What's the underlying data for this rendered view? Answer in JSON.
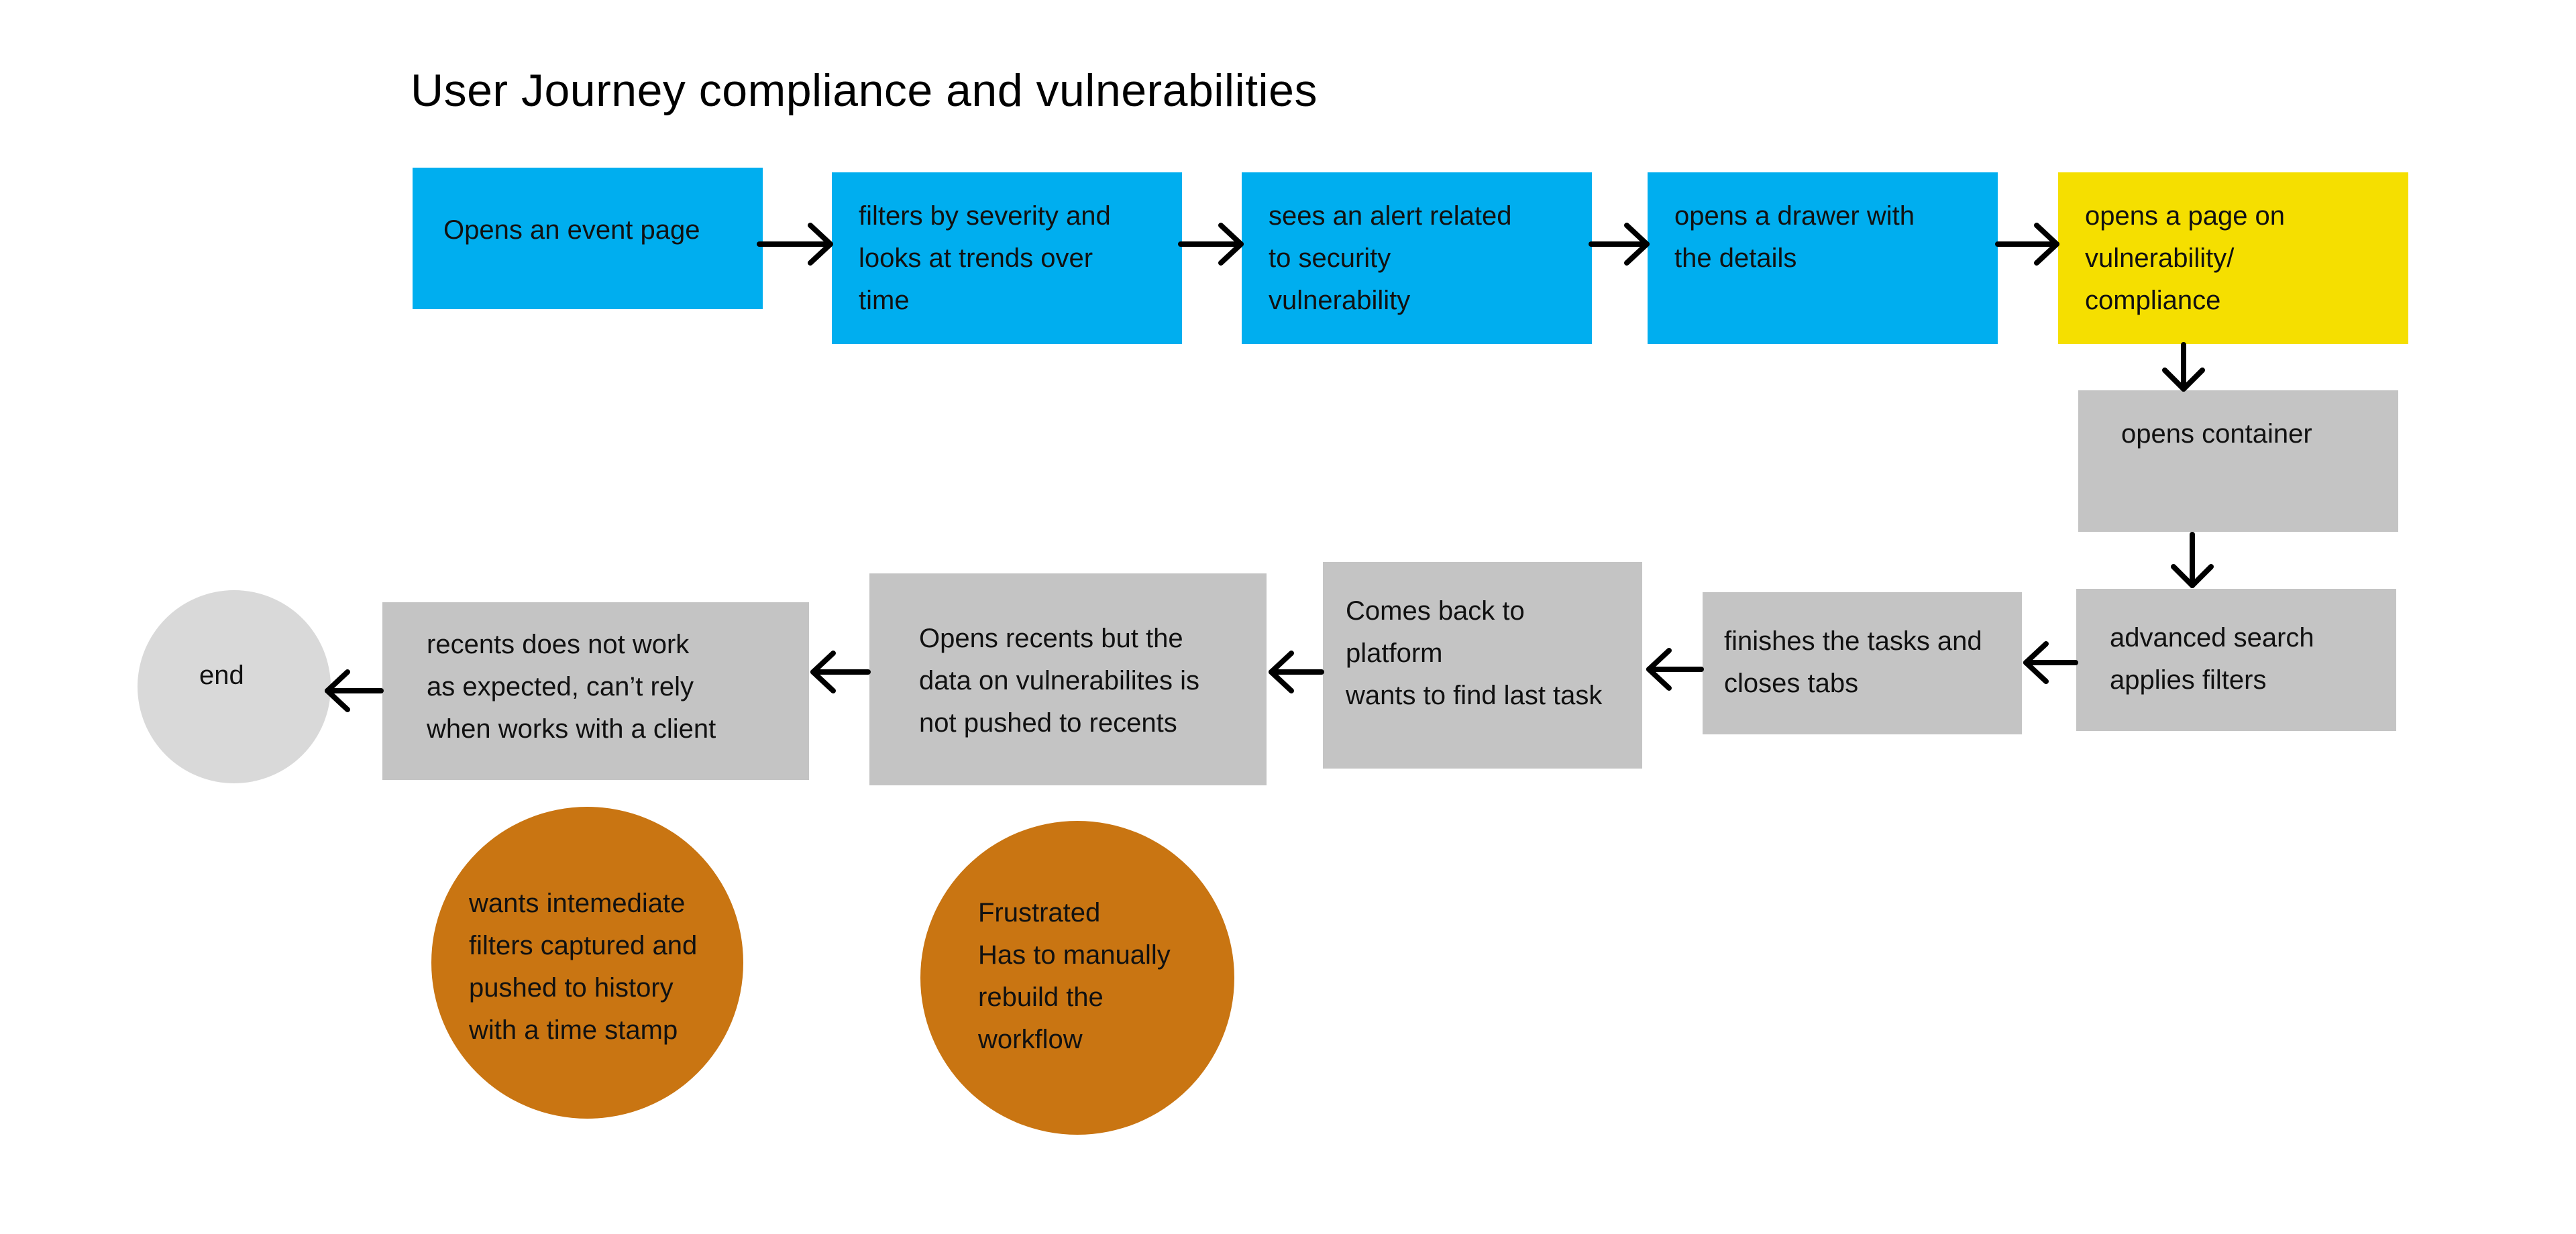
{
  "title": "User Journey compliance and vulnerabilities",
  "colors": {
    "step_primary": "#00aeef",
    "step_highlight": "#f5df00",
    "step_secondary": "#c4c4c4",
    "note": "#c97512",
    "end": "#d9d9d9"
  },
  "steps": [
    {
      "label": "Opens an event page",
      "color": "blue"
    },
    {
      "label": "filters by severity and\nlooks at trends over\ntime",
      "color": "blue"
    },
    {
      "label": "sees an alert related\nto security\nvulnerability",
      "color": "blue"
    },
    {
      "label": "opens a drawer with\nthe details",
      "color": "blue"
    },
    {
      "label": "opens a page on\nvulnerability/\ncompliance",
      "color": "yellow"
    },
    {
      "label": "opens container",
      "color": "gray"
    },
    {
      "label": "advanced search\napplies filters",
      "color": "gray"
    },
    {
      "label": "finishes the tasks and\ncloses tabs",
      "color": "gray"
    },
    {
      "label": "Comes back to\nplatform\nwants to find last task",
      "color": "gray"
    },
    {
      "label": "Opens recents but the\ndata on vulnerabilites is\nnot pushed to recents",
      "color": "gray"
    },
    {
      "label": "recents does not work\nas expected, can’t rely\nwhen works with a client",
      "color": "gray"
    }
  ],
  "end_node": {
    "label": "end"
  },
  "notes": [
    {
      "label": "wants intemediate\nfilters captured and\npushed to history\nwith a time stamp"
    },
    {
      "label": "Frustrated\nHas to manually\nrebuild the\nworkflow"
    }
  ]
}
